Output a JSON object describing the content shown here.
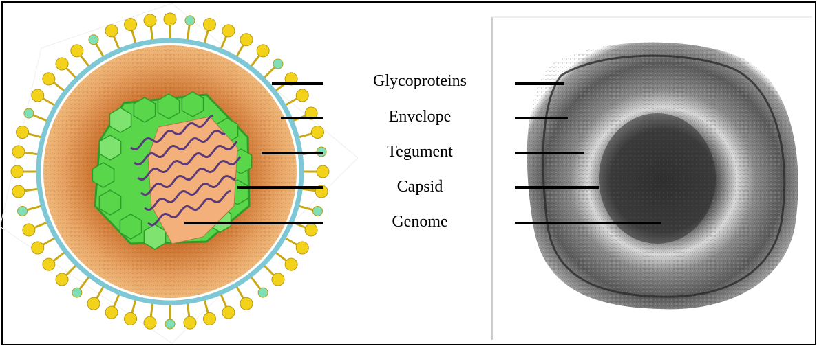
{
  "figure": {
    "labels": [
      "Glycoproteins",
      "Envelope",
      "Tegument",
      "Capsid",
      "Genome"
    ],
    "colors": {
      "border": "#000000",
      "glycoprotein": "#f2d21b",
      "envelope_band": "#7ec8d6",
      "tegument_outer": "#e6a15a",
      "tegument_inner": "#b8621e",
      "capsid": "#59d64a",
      "capsid_dark": "#2f9b2a",
      "core": "#f3b07a",
      "genome": "#5a3a7a",
      "micrograph_dark": "#3a3a3a",
      "micrograph_light": "#e6e6e6"
    }
  }
}
